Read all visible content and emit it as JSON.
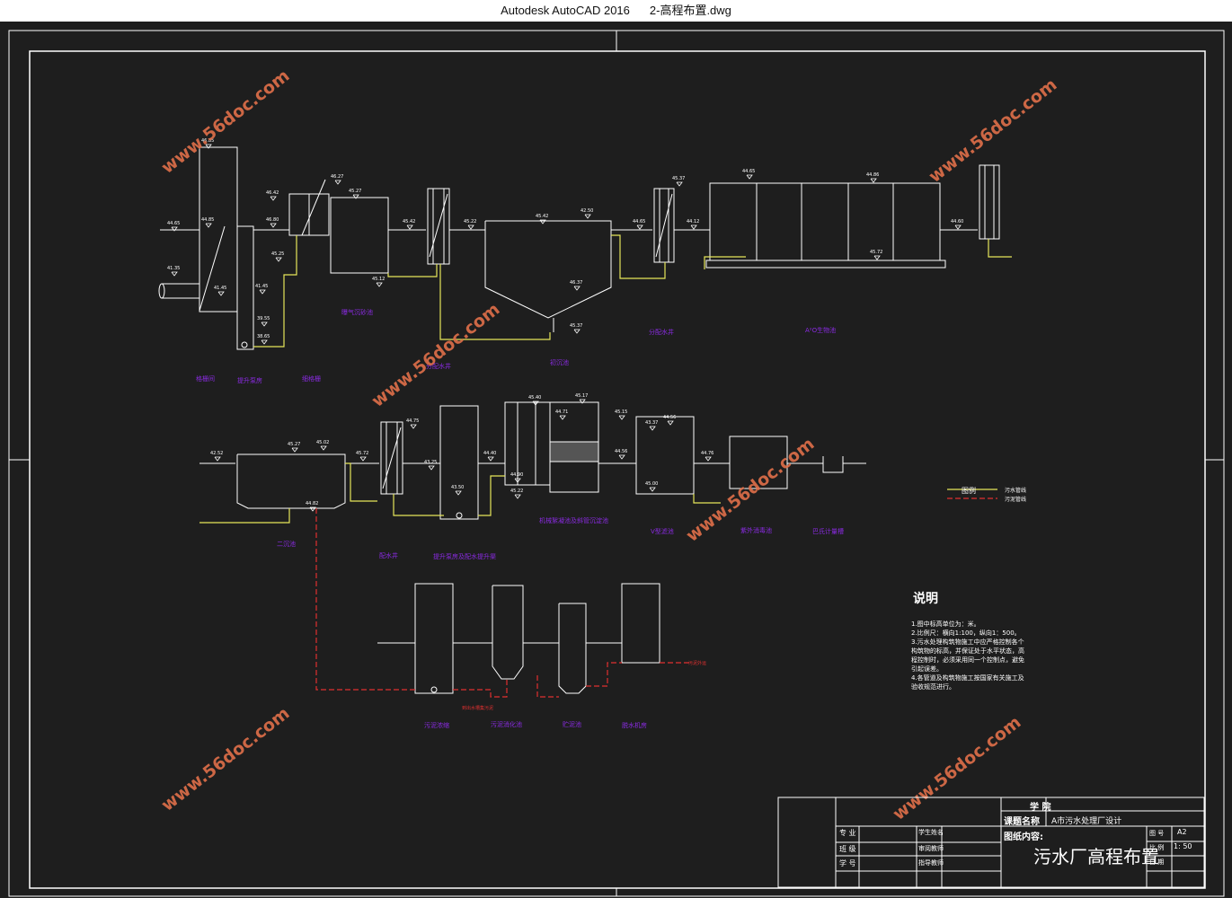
{
  "window": {
    "app_title": "Autodesk AutoCAD 2016",
    "file_name": "2-高程布置.dwg"
  },
  "colors": {
    "background": "#1e1e1e",
    "structure": "#ffffff",
    "sewage_pipe": "#e6e65a",
    "sludge_pipe": "#e03030",
    "label": "#8a2be2",
    "watermark": "#e0704a"
  },
  "watermark": "www.56doc.com",
  "labels": {
    "l1": "格栅间",
    "l2": "提升泵房",
    "l3": "细格栅",
    "l4": "曝气沉砂池",
    "l5": "初沉池",
    "l6": "分配水井",
    "l7": "A²O生物池",
    "l8": "分配水井",
    "l9": "二沉池",
    "l10": "配水井",
    "l11": "提升泵房及配水提升渠",
    "l12": "机械絮凝池及斜管沉淀池",
    "l13": "V型滤池",
    "l14": "紫外消毒池",
    "l15": "巴氏计量槽",
    "l16": "污泥浓缩",
    "l17": "污泥消化池",
    "l18": "贮泥池",
    "l19": "脱水机房",
    "l20": "到出水槽集污泥",
    "l21": "污泥外运"
  },
  "legend": {
    "title": "图例",
    "items": [
      "污水管线",
      "污泥管线"
    ]
  },
  "notes": {
    "title": "说明",
    "lines": [
      "1.图中标高单位为：米。",
      "2.比例尺：横向1:100，纵向1：500。",
      "3.污水处理构筑物施工中应严格控制各个构筑物的标高，并保证处于水平状态，高程控制时，必须采用同一个控制点，避免引起误差。",
      "4.各管道及构筑物施工按国家有关施工及验收规范进行。"
    ]
  },
  "title_block": {
    "school": "学  院",
    "project_name_label": "课题名称",
    "project_name": "A市污水处理厂设计",
    "drawing_content_label": "图纸内容:",
    "drawing_title": "污水厂高程布置",
    "rows": [
      {
        "a": "专  业",
        "b": "学生姓名"
      },
      {
        "a": "班  级",
        "b": "审阅教师"
      },
      {
        "a": "学  号",
        "b": "指导教师"
      }
    ],
    "sheet_label": "图  号",
    "sheet_value": "A2",
    "scale_label": "比  例",
    "scale_value": "1: 50",
    "date_label": "日  期"
  },
  "elevations": [
    "44.65",
    "44.85",
    "46.85",
    "46.42",
    "41.35",
    "41.45",
    "41.45",
    "39.55",
    "38.65",
    "46.27",
    "45.27",
    "46.80",
    "45.25",
    "45.12",
    "45.42",
    "45.22",
    "45.42",
    "42.50",
    "46.37",
    "45.37",
    "44.65",
    "45.37",
    "44.12",
    "44.65",
    "44.86",
    "45.72",
    "44.60",
    "42.52",
    "45.27",
    "45.02",
    "44.82",
    "45.72",
    "44.75",
    "43.25",
    "43.50",
    "44.40",
    "44.90",
    "45.22",
    "45.40",
    "45.17",
    "44.71",
    "44.56",
    "45.15",
    "43.37",
    "44.56",
    "45.00",
    "44.76"
  ]
}
